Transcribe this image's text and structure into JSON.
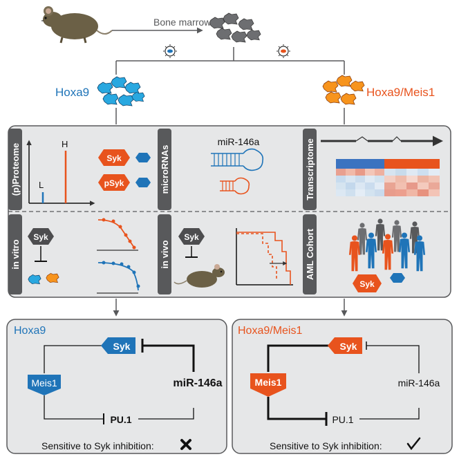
{
  "header": {
    "source_label": "Bone marrow"
  },
  "lineages": {
    "left_label": "Hoxa9",
    "right_label": "Hoxa9/Meis1"
  },
  "panels": {
    "proteome": {
      "side_label": "(p)Proteome",
      "low_label": "L",
      "high_label": "H",
      "protein_label": "Syk",
      "phospho_label": "pSyk"
    },
    "microrna": {
      "side_label": "microRNAs",
      "mirna_label": "miR-146a"
    },
    "transcriptome": {
      "side_label": "Transcriptome"
    },
    "invitro": {
      "side_label": "in vitro",
      "target_label": "Syk"
    },
    "invivo": {
      "side_label": "in vivo",
      "target_label": "Syk"
    },
    "cohort": {
      "side_label": "AML Cohort",
      "target_label": "Syk"
    }
  },
  "models": {
    "left": {
      "title": "Hoxa9",
      "syk": "Syk",
      "meis1": "Meis1",
      "mir": "miR-146a",
      "pu1": "PU.1",
      "sensitivity": "Sensitive to Syk inhibition:"
    },
    "right": {
      "title": "Hoxa9/Meis1",
      "syk": "Syk",
      "meis1": "Meis1",
      "mir": "miR-146a",
      "pu1": "PU.1",
      "sensitivity": "Sensitive to Syk inhibition:"
    }
  },
  "colors": {
    "hoxa9_blue": "#1f74b8",
    "meis1_orange": "#e8531d",
    "panel_gray": "#e6e7e8",
    "dark_gray": "#58595b"
  }
}
